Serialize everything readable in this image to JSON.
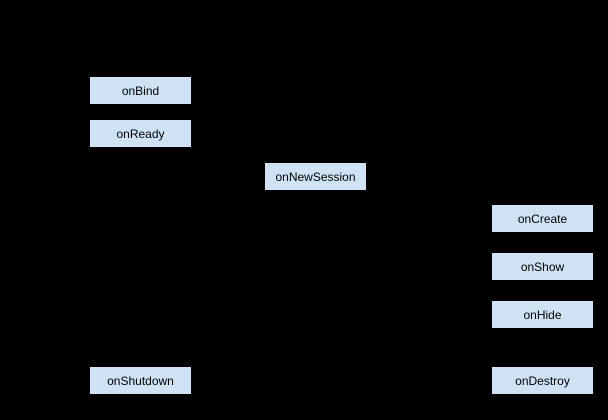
{
  "diagram": {
    "background_color": "#000000",
    "node_fill_color": "#cfe2f3",
    "node_text_color": "#000000",
    "nodes": [
      {
        "label": "onBind"
      },
      {
        "label": "onReady"
      },
      {
        "label": "onNewSession"
      },
      {
        "label": "onCreate"
      },
      {
        "label": "onShow"
      },
      {
        "label": "onHide"
      },
      {
        "label": "onShutdown"
      },
      {
        "label": "onDestroy"
      }
    ]
  }
}
